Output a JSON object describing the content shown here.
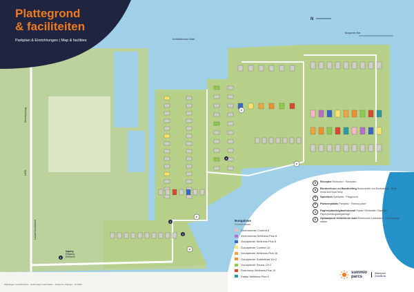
{
  "title": {
    "line1": "Plattegrond",
    "line2": "& faciliteiten",
    "subtitle": "Parkplan & Einrichtungen | Map & facilities"
  },
  "water_labels": {
    "canal_north": "Kolibrieshoeve Vaart",
    "canal_east": "Burgumer Mar",
    "north_marker": "N"
  },
  "road_labels": {
    "road_west": "N355",
    "road_north": "Dirmetsjebrug",
    "road_south": "Lauwersboulevard"
  },
  "entrance": {
    "line1": "Ingang",
    "line2": "Eingang",
    "line3": "Entrance"
  },
  "bungalows": {
    "title": "Bungalows",
    "subtitle": "Ferienhäuser",
    "items": [
      {
        "label": "Zilvermeeuw Comfort 6",
        "color": "#f4b9c5"
      },
      {
        "label": "Zilvermeeuw Wellness Plus 6",
        "color": "#b96ec9"
      },
      {
        "label": "Goudplevier Wellness Plus 8",
        "color": "#3a67c7"
      },
      {
        "label": "Goudplevier Comfort 10",
        "color": "#f9e56a"
      },
      {
        "label": "Goudplevier Wellness Plus 16",
        "color": "#f0a640"
      },
      {
        "label": "Goudplevier Rubbelbad 16+2",
        "color": "#f08f2c"
      },
      {
        "label": "Goudplevier Sauna 10+2",
        "color": "#8fca4c"
      },
      {
        "label": "Roerdomp Wellness Plus 10",
        "color": "#d8492d"
      },
      {
        "label": "Patrijs Wellness Plus 6",
        "color": "#2c9aa0"
      }
    ]
  },
  "facilities": [
    {
      "key": "R",
      "label": "Receptie",
      "detail": "Rezeption · Reception"
    },
    {
      "key": "B",
      "label": "Bootverhuur en Boothelling",
      "detail": "Bootsverleih und Bootsrampe · Boat rental and Boat ramp"
    },
    {
      "key": "S",
      "label": "Speeltuin",
      "detail": "Spielplatz · Playground"
    },
    {
      "key": "P",
      "label": "Parkeerplaats",
      "detail": "Parkplatz · Parking place"
    },
    {
      "key": "A",
      "label": "Papier/plastic/glas/huisvuil",
      "detail": "Papier/ Wertstoffe/ Glas/Müll · Paper/plastic/glass/garbage"
    },
    {
      "key": "E",
      "label": "Oplaadpunt elektrische auto",
      "detail": "Elektroauto-Ladestation · EV charging station"
    }
  ],
  "brand": {
    "name_line1": "summio",
    "name_line2": "parcs",
    "sub_line1": "Waterpark",
    "sub_line2": "Zwartkruis"
  },
  "footer": "Wijzigingen voorbehouden · Änderungen vorbehalten · Subject to changes · 07-2025"
}
